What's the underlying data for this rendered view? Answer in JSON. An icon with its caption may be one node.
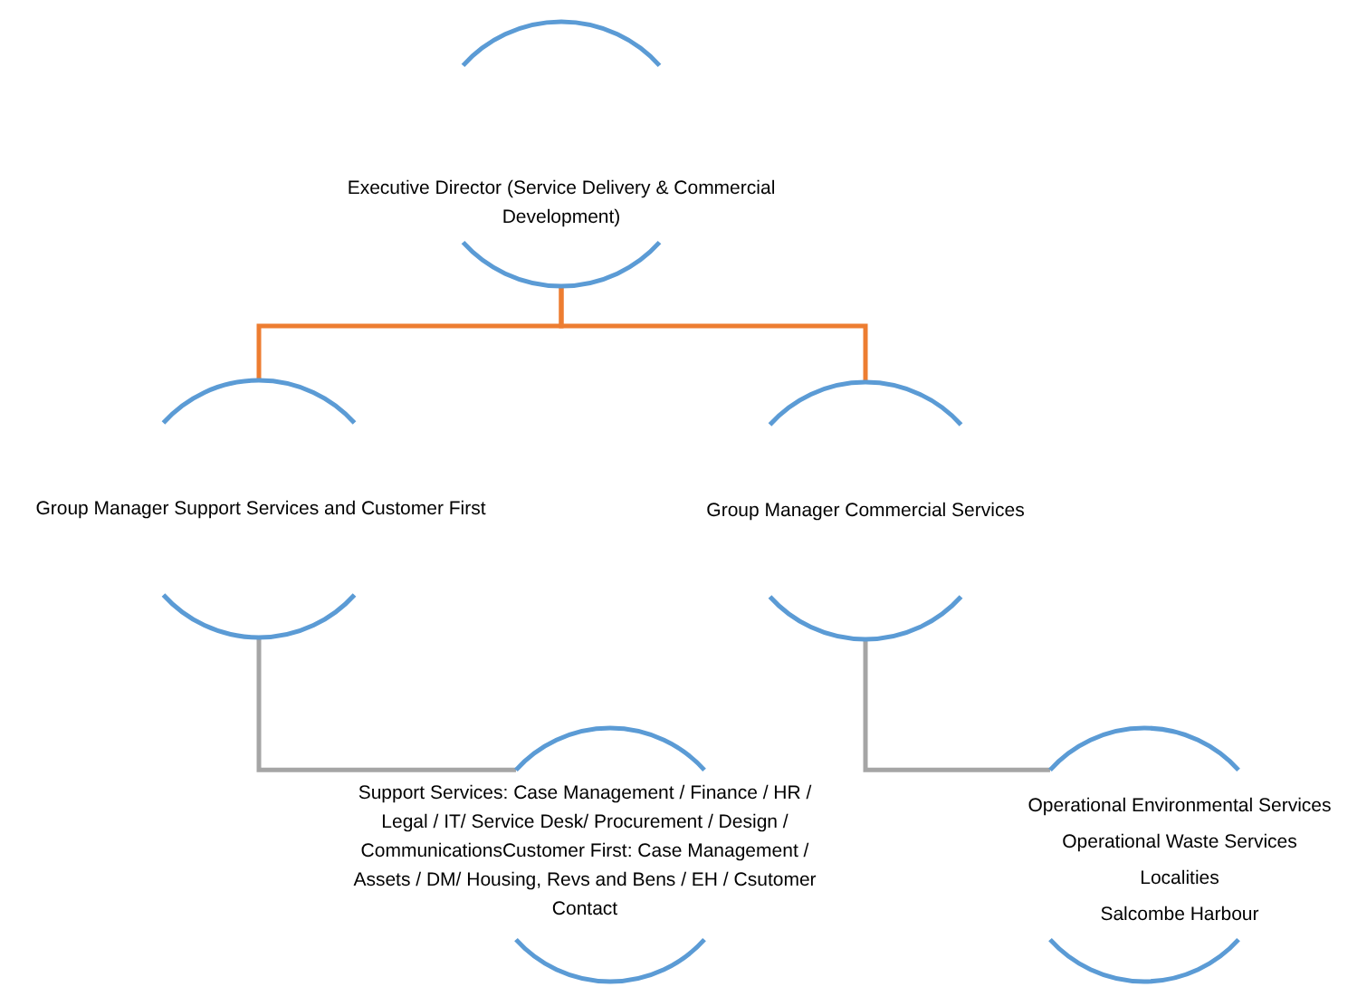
{
  "diagram": {
    "nodes": [
      {
        "text": [
          "Executive Director (Service Delivery & Commercial Development)"
        ]
      },
      {
        "text": [
          "Group Manager Support Services and Customer First"
        ]
      },
      {
        "text": [
          "Group Manager Commercial Services"
        ]
      },
      {
        "text": [
          "Support Services: Case Management / Finance / HR / Legal /  IT/ Service Desk/ Procurement / Design  / CommunicationsCustomer First: Case Management  / Assets / DM/ Housing, Revs and Bens / EH / Csutomer Contact"
        ]
      },
      {
        "text": [
          "Operational Environmental Services",
          "Operational Waste Services",
          "Localities",
          "Salcombe Harbour"
        ]
      }
    ],
    "edges": [
      {
        "from": 0,
        "to": 1,
        "arrow": "none",
        "color": "#ed7d31"
      },
      {
        "from": 0,
        "to": 2,
        "arrow": "none",
        "color": "#ed7d31"
      },
      {
        "from": 1,
        "to": 3,
        "arrow": "none",
        "color": "#a5a5a5"
      },
      {
        "from": 2,
        "to": 4,
        "arrow": "none",
        "color": "#a5a5a5"
      }
    ]
  }
}
